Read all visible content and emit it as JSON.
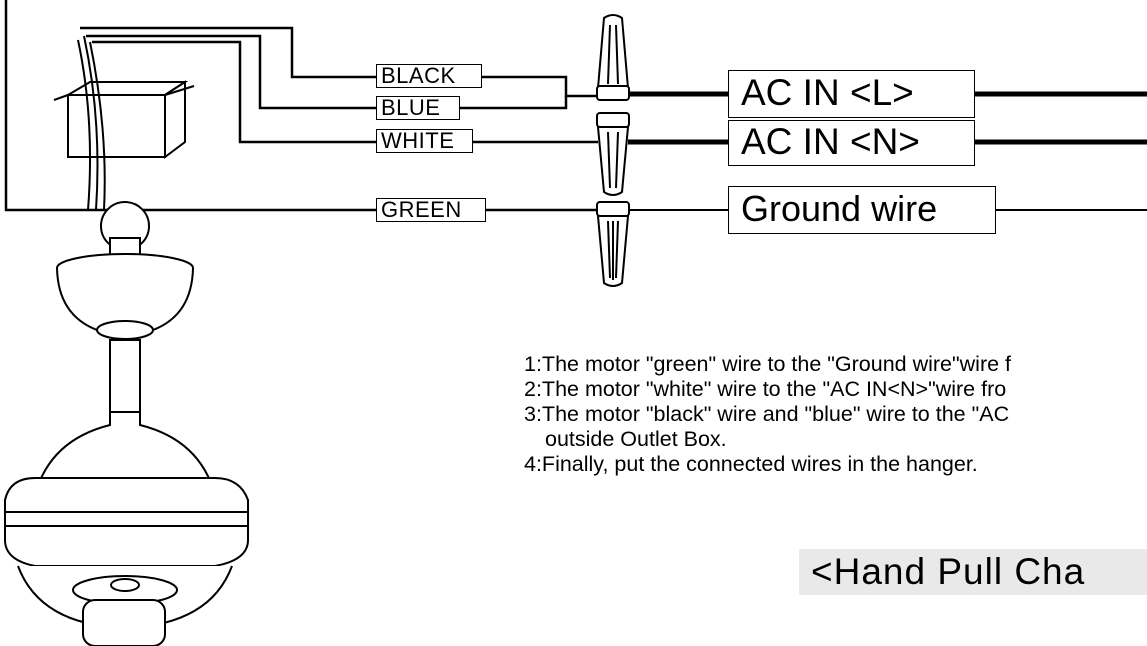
{
  "wire_labels": {
    "black": "BLACK",
    "blue": "BLUE",
    "white": "WHITE",
    "green": "GREEN"
  },
  "line_labels": {
    "ac_in_l": "AC  IN <L>",
    "ac_in_n": "AC  IN <N>",
    "ground": "Ground wire"
  },
  "instructions": {
    "step1": "1:The motor \"green\" wire to the \"Ground wire\"wire f",
    "step2": "2:The motor \"white\" wire to the \"AC IN<N>\"wire fro",
    "step3": "3:The motor \"black\" wire and \"blue\" wire to the \"AC",
    "step3_cont": "outside Outlet Box.",
    "step4": "4:Finally, put the connected wires in the hanger."
  },
  "footer_title": "<Hand Pull Cha",
  "icons": [
    "outlet-box-icon",
    "wire-nut-icon",
    "ceiling-fan-icon"
  ],
  "colors": {
    "line": "#000000",
    "footer_bg": "#e9e9e9"
  }
}
